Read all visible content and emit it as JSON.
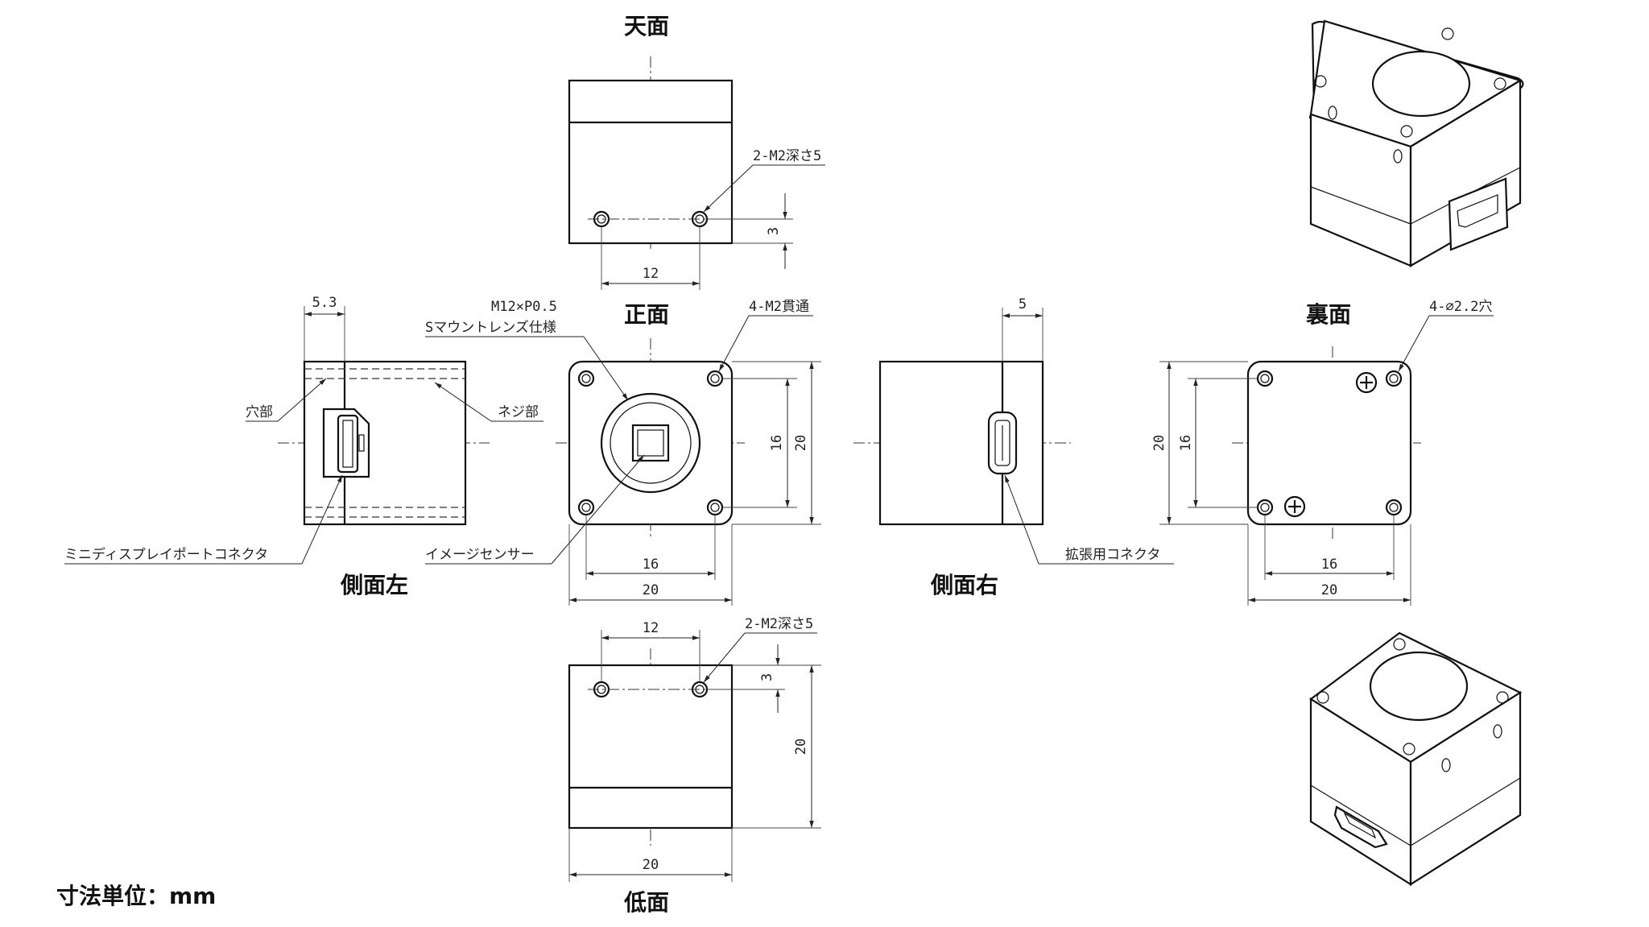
{
  "views": {
    "top": {
      "title": "天面"
    },
    "front": {
      "title": "正面"
    },
    "back": {
      "title": "裏面"
    },
    "left": {
      "title": "側面左"
    },
    "right": {
      "title": "側面右"
    },
    "bottom": {
      "title": "低面"
    }
  },
  "labels": {
    "holes_top": "2-M2深さ5",
    "holes_bottom": "2-M2深さ5",
    "thru_holes": "4-M2貫通",
    "lens_mount_line1": "M12×P0.5",
    "lens_mount_line2": "Sマウントレンズ仕様",
    "hole_part": "穴部",
    "thread_part": "ネジ部",
    "mini_dp": "ミニディスプレイポートコネクタ",
    "image_sensor": "イメージセンサー",
    "expansion": "拡張用コネクタ",
    "back_holes": "4-⌀2.2穴"
  },
  "dimensions": {
    "top_12": "12",
    "top_3": "3",
    "left_5_3": "5.3",
    "front_16_v": "16",
    "front_20_v": "20",
    "front_16_h": "16",
    "front_20_h": "20",
    "right_5": "5",
    "back_20_v": "20",
    "back_16_v": "16",
    "back_16_h": "16",
    "back_20_h": "20",
    "bottom_12": "12",
    "bottom_3": "3",
    "bottom_20_v": "20",
    "bottom_20_h": "20"
  },
  "units_note": "寸法単位：mm"
}
